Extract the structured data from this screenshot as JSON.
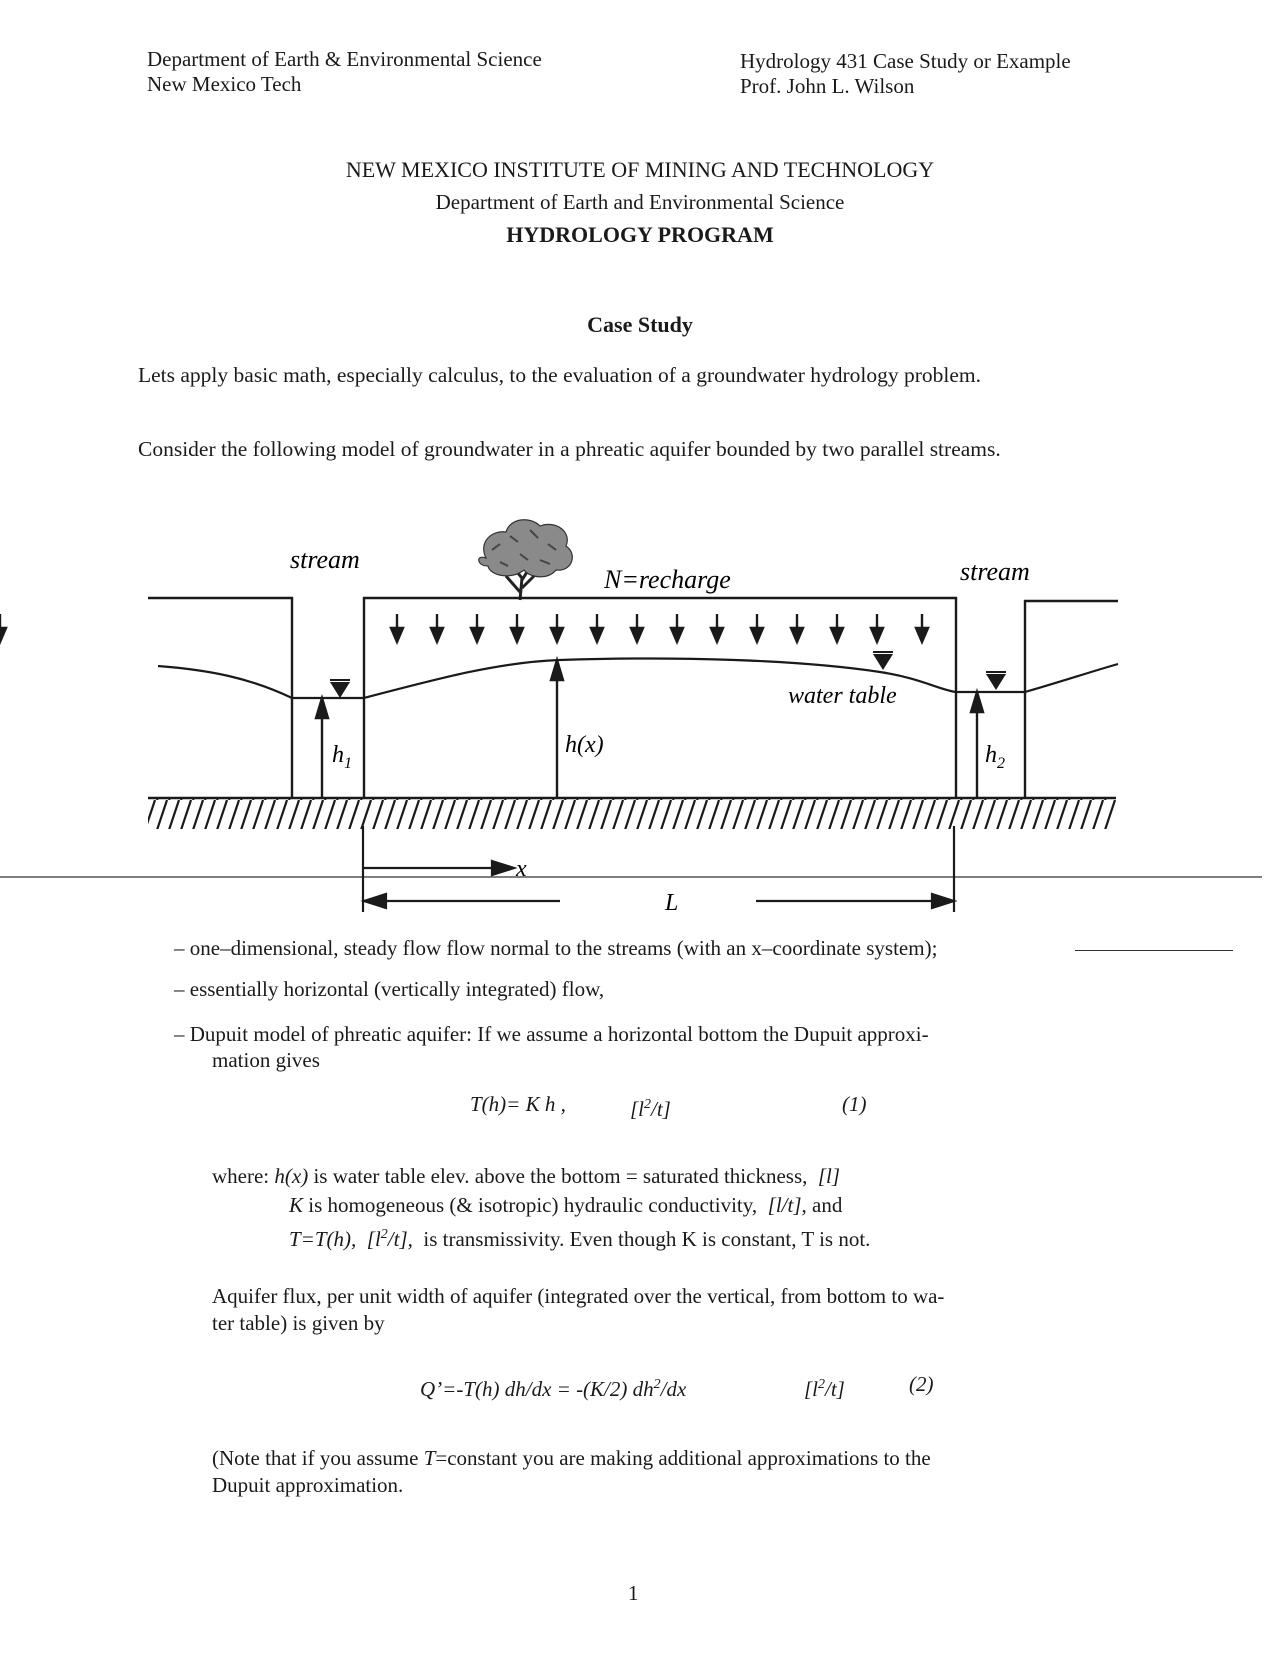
{
  "header": {
    "left_line1": "Department of Earth & Environmental Science",
    "left_line2": "New Mexico Tech",
    "right_line1": "Hydrology 431 Case Study or Example",
    "right_line2": "Prof. John L. Wilson"
  },
  "title": {
    "institution": "NEW MEXICO INSTITUTE OF MINING AND TECHNOLOGY",
    "department": "Department of Earth and Environmental Science",
    "program": "HYDROLOGY PROGRAM"
  },
  "case_study": {
    "heading": "Case Study",
    "intro": "Lets apply basic math, especially calculus, to the evaluation of a groundwater hydrology problem.",
    "consider": "Consider the following model of groundwater in a phreatic aquifer bounded by two parallel streams."
  },
  "diagram": {
    "stream_left": "stream",
    "stream_right": "stream",
    "recharge": "N=recharge",
    "water_table": "water table",
    "h1": "h",
    "h1_sub": "1",
    "hx": "h(x)",
    "h2": "h",
    "h2_sub": "2",
    "x_label": "x",
    "L_label": "L"
  },
  "bullets": [
    "– one–dimensional, steady flow flow normal to the streams (with an x–coordinate system);",
    "– essentially horizontal (vertically integrated) flow,",
    "– Dupuit model of phreatic aquifer: If we assume a horizontal bottom the Dupuit approxi-",
    "mation gives"
  ],
  "eq1": {
    "lhs": "T(h)= K h ,",
    "units": "[l",
    "units_sup": "2",
    "units_end": "/t]",
    "number": "(1)"
  },
  "where": {
    "prefix": "where:",
    "l1_var": "h(x)",
    "l1_text": "is water table elev. above the bottom = saturated thickness,",
    "l1_unit": "[l]",
    "l2_var": "K",
    "l2_text": "is homogeneous (& isotropic) hydraulic conductivity,",
    "l2_unit": "[l/t]",
    "l2_end": ", and",
    "l3_var": "T=T(h),",
    "l3_unit_a": "[l",
    "l3_unit_sup": "2",
    "l3_unit_b": "/t],",
    "l3_text": "is transmissivity. Even though K is constant, T is not."
  },
  "flux": {
    "line1": "Aquifer flux, per unit width of aquifer (integrated over the vertical, from bottom to wa-",
    "line2": "ter table) is given by"
  },
  "eq2": {
    "a": "Q’=-T(h) dh/dx = -(K/2) dh",
    "a_sup": "2",
    "b": "/dx",
    "units": "[l",
    "units_sup": "2",
    "units_end": "/t]",
    "number": "(2)"
  },
  "note": {
    "line1_a": "(Note that if you assume ",
    "line1_var": "T",
    "line1_b": "=constant you are making additional approximations to the",
    "line2": "Dupuit approximation."
  },
  "page_number": "1"
}
